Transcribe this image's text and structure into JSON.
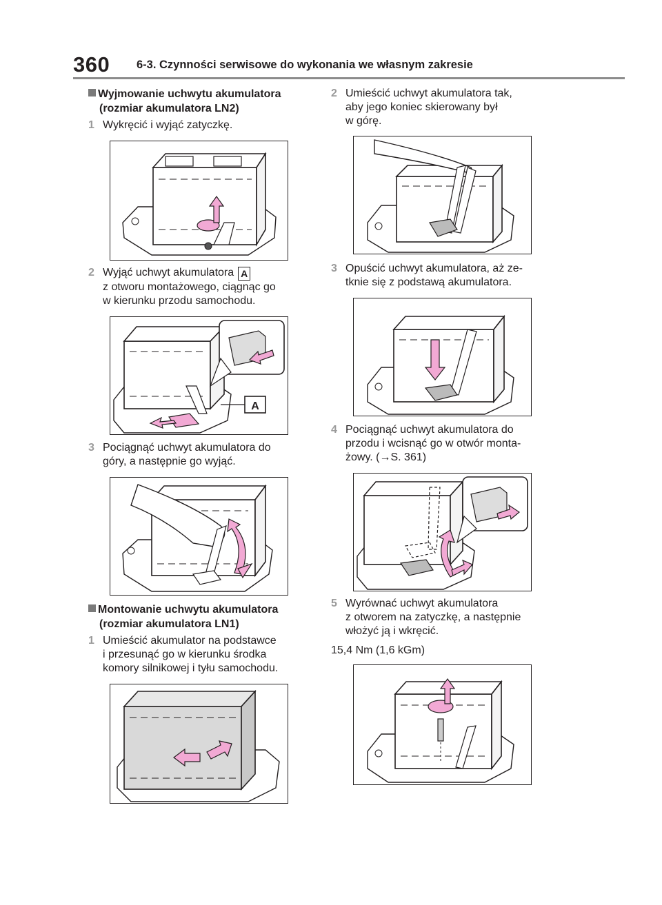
{
  "header": {
    "page_number": "360",
    "section_title": "6-3. Czynności serwisowe do wykonania we własnym zakresie"
  },
  "left": {
    "heading1": [
      "Wyjmowanie uchwytu akumulatora",
      "(rozmiar akumulatora LN2)"
    ],
    "step1": {
      "num": "1",
      "lines": [
        "Wykręcić i wyjąć zatyczkę."
      ]
    },
    "step2": {
      "num": "2",
      "lines": [
        "Wyjąć uchwyt akumulatora",
        "z otworu montażowego, ciągnąc go",
        "w kierunku przodu samochodu."
      ],
      "badge": "A"
    },
    "step3": {
      "num": "3",
      "lines": [
        "Pociągnąć uchwyt akumulatora do",
        "góry, a następnie go wyjąć."
      ]
    },
    "heading2": [
      "Montowanie uchwytu akumulatora",
      "(rozmiar akumulatora LN1)"
    ],
    "step4": {
      "num": "1",
      "lines": [
        "Umieścić akumulator na podstawce",
        "i przesunąć go w kierunku środka",
        "komory silnikowej i tyłu samochodu."
      ]
    },
    "figure_label_a": "A"
  },
  "right": {
    "step1": {
      "num": "2",
      "lines": [
        "Umieścić uchwyt akumulatora tak,",
        "aby jego koniec skierowany był",
        "w górę."
      ]
    },
    "step2": {
      "num": "3",
      "lines": [
        "Opuścić uchwyt akumulatora, aż ze-",
        "tknie się z podstawą akumulatora."
      ]
    },
    "step3": {
      "num": "4",
      "lines": [
        "Pociągnąć uchwyt akumulatora do",
        "przodu i wcisnąć go w otwór monta-",
        "żowy. (→S. 361)"
      ]
    },
    "step4": {
      "num": "5",
      "lines": [
        "Wyrównać uchwyt akumulatora",
        "z otworem na zatyczkę, a następnie",
        "włożyć ją i wkręcić."
      ]
    },
    "torque": "15,4 Nm (1,6 kGm)"
  },
  "colors": {
    "accent_pink": "#f2a9d4",
    "rule_gray": "#8c8c8c",
    "step_gray": "#9a9a9a"
  }
}
